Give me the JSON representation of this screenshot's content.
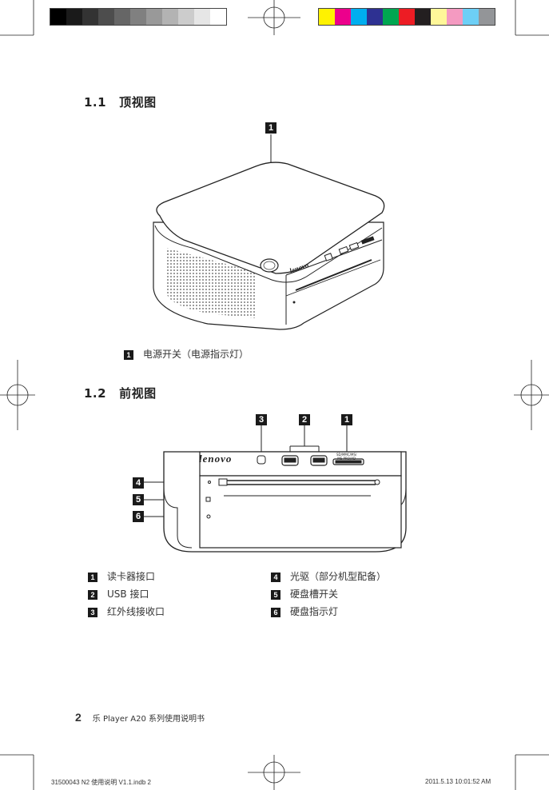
{
  "registration": {
    "gray_swatches": [
      "#000000",
      "#1a1a1a",
      "#333333",
      "#4d4d4d",
      "#666666",
      "#808080",
      "#999999",
      "#b3b3b3",
      "#cccccc",
      "#e6e6e6",
      "#ffffff"
    ],
    "color_swatches": [
      "#fff200",
      "#ec008c",
      "#00aeef",
      "#2e3192",
      "#00a651",
      "#ed1c24",
      "#231f20",
      "#fff799",
      "#f49ac1",
      "#6dcff6",
      "#939598"
    ]
  },
  "sections": [
    {
      "number": "1.1",
      "title": "顶视图"
    },
    {
      "number": "1.2",
      "title": "前视图"
    }
  ],
  "top_view": {
    "callout": "1",
    "legend": [
      {
        "num": "1",
        "text": "电源开关（电源指示灯）"
      }
    ]
  },
  "front_view": {
    "callouts_top": [
      "3",
      "2",
      "1"
    ],
    "callouts_left": [
      "4",
      "5",
      "6"
    ],
    "card_label_1": "SD/MMC/MS/",
    "card_label_2": "MS PRO/XD",
    "legend_left": [
      {
        "num": "1",
        "text": "读卡器接口"
      },
      {
        "num": "2",
        "text": "USB 接口"
      },
      {
        "num": "3",
        "text": "红外线接收口"
      }
    ],
    "legend_right": [
      {
        "num": "4",
        "text": "光驱（部分机型配备）"
      },
      {
        "num": "5",
        "text": "硬盘槽开关"
      },
      {
        "num": "6",
        "text": "硬盘指示灯"
      }
    ]
  },
  "brand_logo": "lenovo",
  "footer": {
    "page_number": "2",
    "text": "乐 Player A20 系列使用说明书"
  },
  "slug": {
    "left": "31500043 N2 使用说明 V1.1.indb   2",
    "right": "2011.5.13   10:01:52 AM"
  }
}
